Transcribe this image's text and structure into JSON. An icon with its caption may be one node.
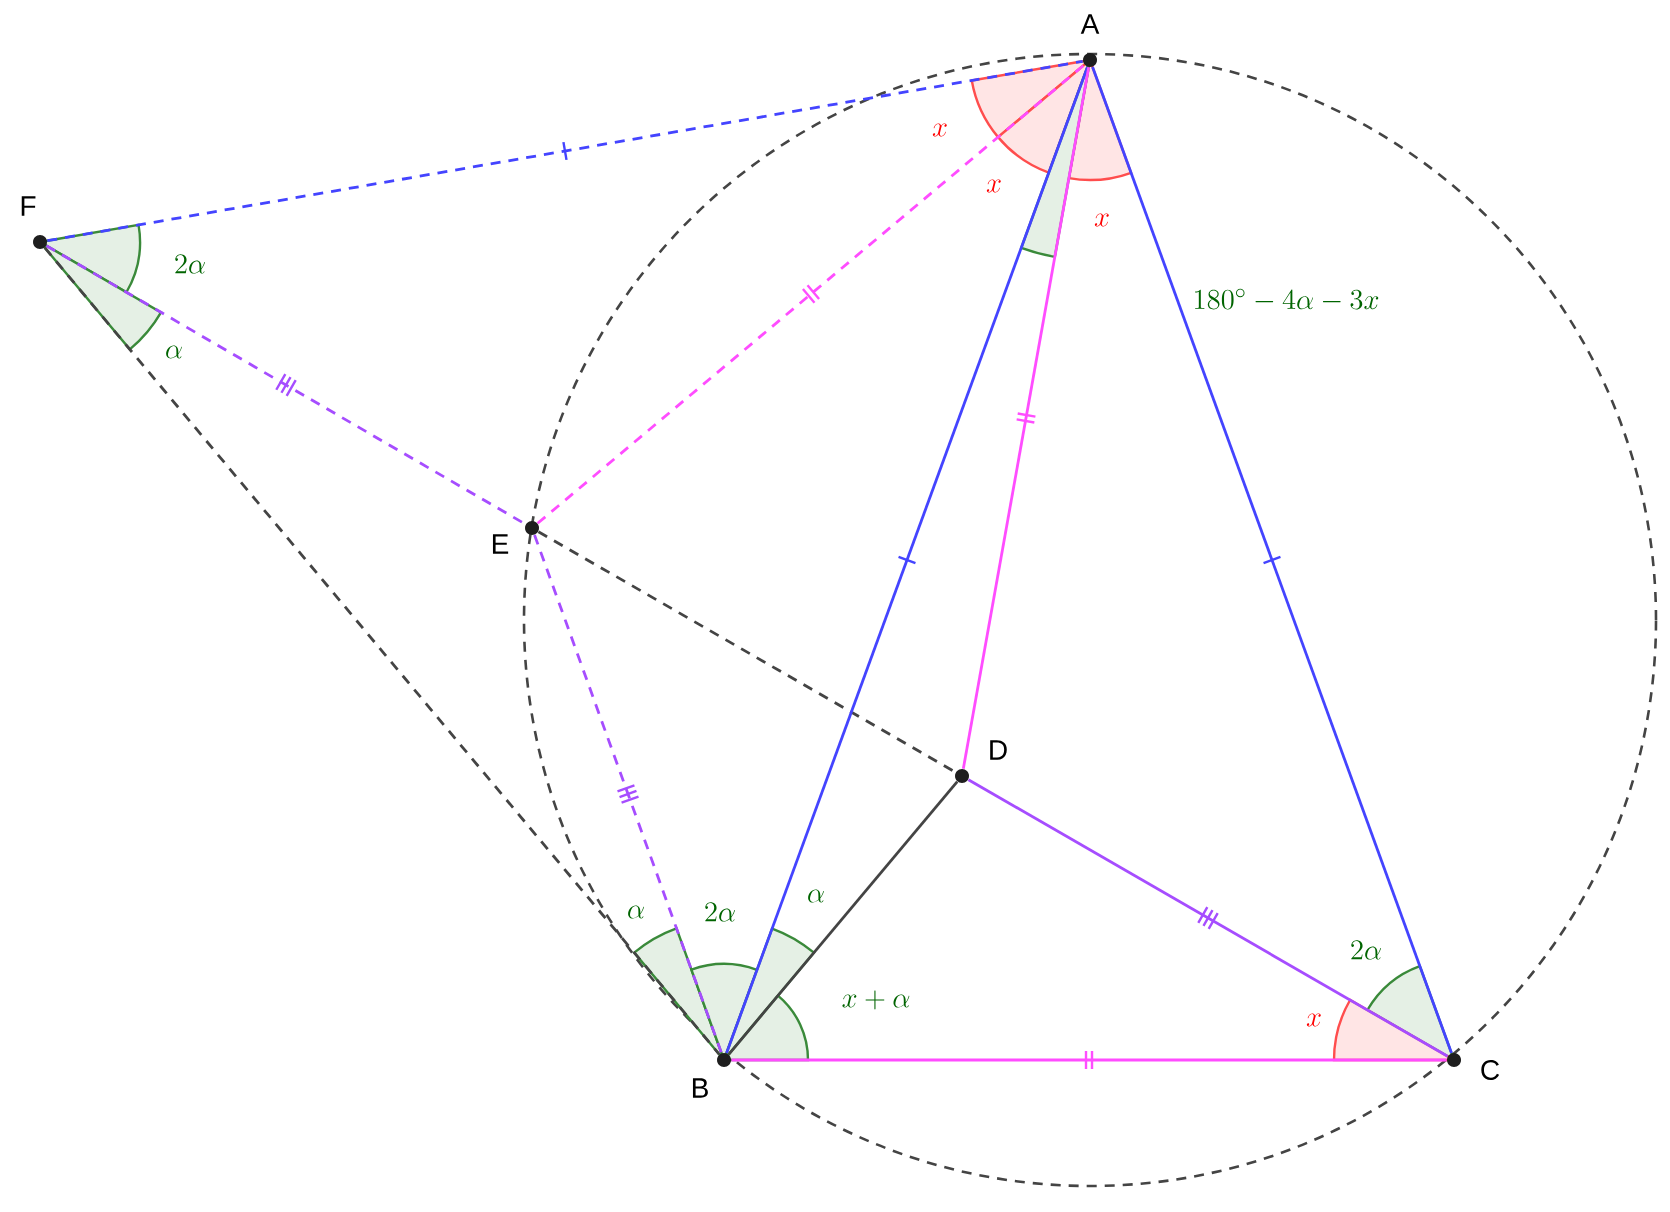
{
  "diagram": {
    "nodes": [
      {
        "text": [
          "A"
        ]
      },
      {
        "text": [
          "F"
        ]
      },
      {
        "text": [
          "E"
        ]
      },
      {
        "text": [
          "D"
        ]
      },
      {
        "text": [
          "B"
        ]
      },
      {
        "text": [
          "C"
        ]
      }
    ],
    "edges": [
      {
        "from": 1,
        "to": 0,
        "arrow": "none",
        "style": "dashed",
        "color": "#4444ff"
      },
      {
        "from": 1,
        "to": 2,
        "arrow": "none",
        "style": "dashed",
        "color": "#a64dff"
      },
      {
        "from": 2,
        "to": 0,
        "arrow": "none",
        "style": "dashed",
        "color": "#ff4dff"
      },
      {
        "from": 1,
        "to": 4,
        "arrow": "none",
        "style": "dashed",
        "color": "#444444"
      },
      {
        "from": 2,
        "to": 3,
        "arrow": "none",
        "style": "dashed",
        "color": "#444444"
      },
      {
        "from": 2,
        "to": 4,
        "arrow": "none",
        "style": "dashed",
        "color": "#a64dff"
      },
      {
        "from": 0,
        "to": 4,
        "arrow": "none",
        "color": "#4444ff"
      },
      {
        "from": 0,
        "to": 5,
        "arrow": "none",
        "color": "#4444ff"
      },
      {
        "from": 0,
        "to": 3,
        "arrow": "none",
        "color": "#ff4dff"
      },
      {
        "from": 4,
        "to": 5,
        "arrow": "none",
        "color": "#ff4dff"
      },
      {
        "from": 4,
        "to": 3,
        "arrow": "none",
        "color": "#444444"
      },
      {
        "from": 3,
        "to": 5,
        "arrow": "none",
        "color": "#a64dff"
      }
    ],
    "labels": [
      "x",
      "x",
      "x",
      "180^\\circ - 4\\alpha - 3x",
      "2\\alpha",
      "\\alpha",
      "\\alpha",
      "2\\alpha",
      "\\alpha",
      "x + \\alpha",
      "2\\alpha",
      "x"
    ]
  }
}
